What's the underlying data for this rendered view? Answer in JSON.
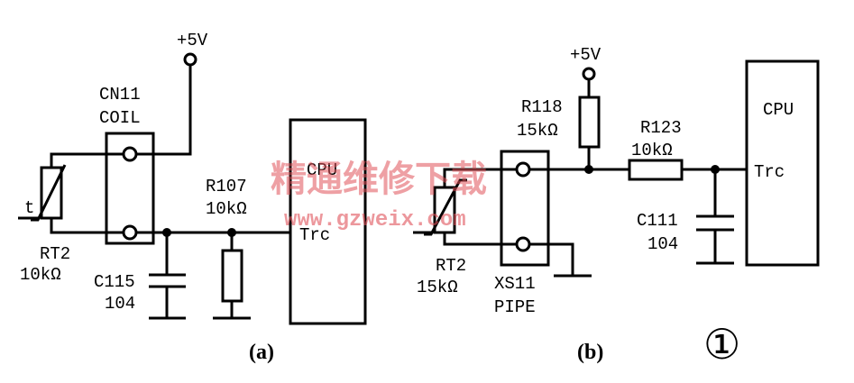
{
  "circuit_a": {
    "vcc": "+5V",
    "cn_ref": "CN11",
    "cn_name": "COIL",
    "r_ref": "R107",
    "r_val": "10kΩ",
    "cpu": "CPU",
    "pin": "Trc",
    "rt_ref": "RT2",
    "rt_val": "10kΩ",
    "rt_t": "t",
    "c_ref": "C115",
    "c_val": "104",
    "caption": "(a)"
  },
  "circuit_b": {
    "vcc": "+5V",
    "r1_ref": "R118",
    "r1_val": "15kΩ",
    "r2_ref": "R123",
    "r2_val": "10kΩ",
    "cpu": "CPU",
    "pin": "Trc",
    "c_ref": "C111",
    "c_val": "104",
    "rt_ref": "RT2",
    "rt_val": "15kΩ",
    "xs_ref": "XS11",
    "xs_name": "PIPE",
    "caption": "(b)"
  },
  "figure_number": "①",
  "watermark": {
    "cn": "精通维修下载",
    "url": "www.gzweix.com"
  }
}
